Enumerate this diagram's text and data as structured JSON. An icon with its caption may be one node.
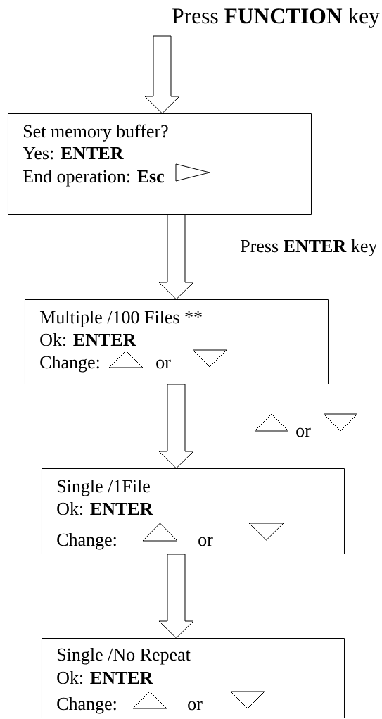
{
  "diagram": {
    "nodes": [
      {
        "text": [
          "Press **FUNCTION** key"
        ]
      },
      {
        "text": [
          "Set memory buffer?",
          "Yes: **ENTER**",
          "End operation: **Esc**"
        ]
      },
      {
        "text": [
          "Multiple /100 Files **",
          "Ok: **ENTER**",
          "Change:",
          "or"
        ]
      },
      {
        "text": [
          "Single /1File",
          "Ok: **ENTER**",
          "Change:",
          "or"
        ]
      },
      {
        "text": [
          "Single /No Repeat",
          "Ok: **ENTER**",
          "Change:",
          "or"
        ]
      }
    ],
    "edges": [
      {
        "from": 0,
        "to": 1,
        "arrow": "to"
      },
      {
        "from": 1,
        "to": 2,
        "arrow": "to",
        "label": "Press **ENTER** key"
      },
      {
        "from": 2,
        "to": 3,
        "arrow": "to"
      },
      {
        "from": 3,
        "to": 4,
        "arrow": "to"
      }
    ],
    "labels": [
      "or"
    ]
  }
}
